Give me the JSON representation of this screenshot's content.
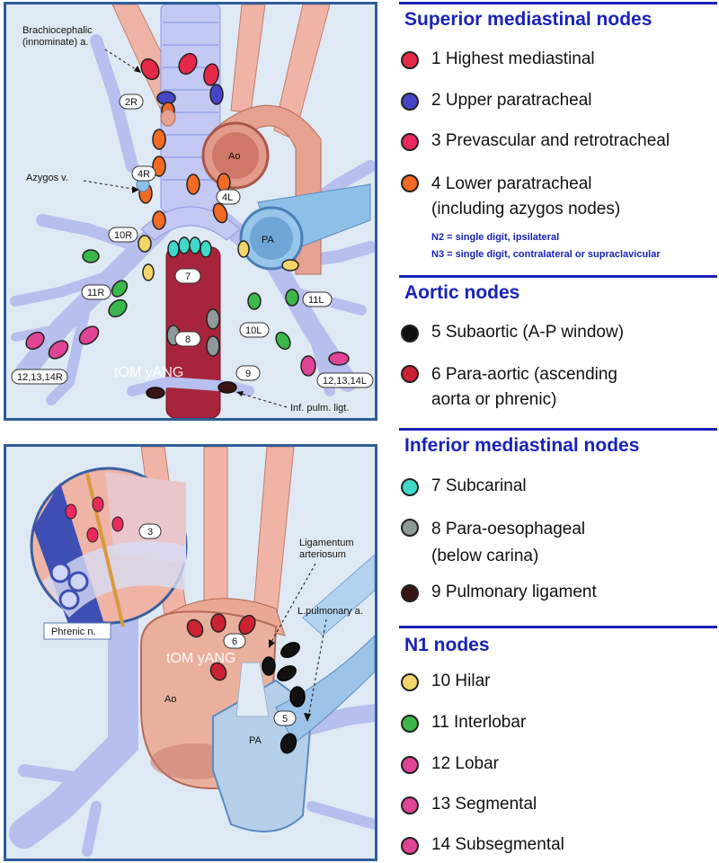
{
  "colors": {
    "superior_red": "#e62848",
    "upper_blue": "#4545c8",
    "prevascular_pink": "#ea2a5c",
    "lower_orange": "#f26a24",
    "subaortic_black": "#111111",
    "paraaortic_red": "#cc2233",
    "subcarinal_teal": "#40d8c8",
    "paraoesophageal_gray": "#8f9a98",
    "pulmonary_dark": "#3a1414",
    "hilar_yellow": "#f4d56a",
    "interlobar_green": "#3cb84a",
    "lobar_magenta": "#e04494",
    "panel_border": "#2f5d99",
    "heading_blue": "#1a22b8"
  },
  "top_diagram": {
    "labels": {
      "brachiocephalic": "Brachiocephalic\n(innominate) a.",
      "azygos": "Azygos v.",
      "ao": "Ao",
      "pa": "PA",
      "inf_pulm": "Inf. pulm. ligt.",
      "n2r": "2R",
      "n4r": "4R",
      "n4l": "4L",
      "n10r": "10R",
      "n11r": "11R",
      "n7": "7",
      "n8": "8",
      "n9": "9",
      "n10l": "10L",
      "n11l": "11L",
      "n12r": "12,13,14R",
      "n12l": "12,13,14L"
    },
    "watermark": "tOM yANG"
  },
  "bottom_diagram": {
    "labels": {
      "ligamentum": "Ligamentum\narteriosum",
      "pulmonary_a": "L.pulmonary a.",
      "phrenic": "Phrenic n.",
      "ao": "Ao",
      "pa": "PA",
      "n3": "3",
      "n5": "5",
      "n6": "6"
    },
    "watermark": "tOM yANG"
  },
  "legend": {
    "superior": {
      "title": "Superior mediastinal nodes",
      "items": [
        {
          "text": "1 Highest mediastinal",
          "color": "#e62848"
        },
        {
          "text": "2 Upper paratracheal",
          "color": "#4545c8"
        },
        {
          "text": "3 Prevascular and retrotracheal",
          "color": "#ea2a5c"
        },
        {
          "text": "4 Lower paratracheal\n(including azygos nodes)",
          "color": "#f26a24"
        }
      ],
      "note_n2": "N2 = single digit, ipsilateral",
      "note_n3": "N3 = single digit, contralateral or supraclavicular"
    },
    "aortic": {
      "title": "Aortic nodes",
      "items": [
        {
          "text": "5 Subaortic (A-P window)",
          "color": "#111111"
        },
        {
          "text": "6 Para-aortic (ascending\naorta or phrenic)",
          "color": "#cc2233"
        }
      ]
    },
    "inferior": {
      "title": "Inferior mediastinal nodes",
      "items": [
        {
          "text": "7 Subcarinal",
          "color": "#40d8c8"
        },
        {
          "text": "8 Para-oesophageal\n(below carina)",
          "color": "#8f9a98"
        },
        {
          "text": "9 Pulmonary ligament",
          "color": "#3a1414"
        }
      ]
    },
    "n1": {
      "title": "N1 nodes",
      "items": [
        {
          "text": "10 Hilar",
          "color": "#f4d56a"
        },
        {
          "text": "11 Interlobar",
          "color": "#3cb84a"
        },
        {
          "text": "12 Lobar",
          "color": "#e04494"
        },
        {
          "text": "13 Segmental",
          "color": "#e04494"
        },
        {
          "text": "14 Subsegmental",
          "color": "#e04494"
        }
      ]
    }
  }
}
